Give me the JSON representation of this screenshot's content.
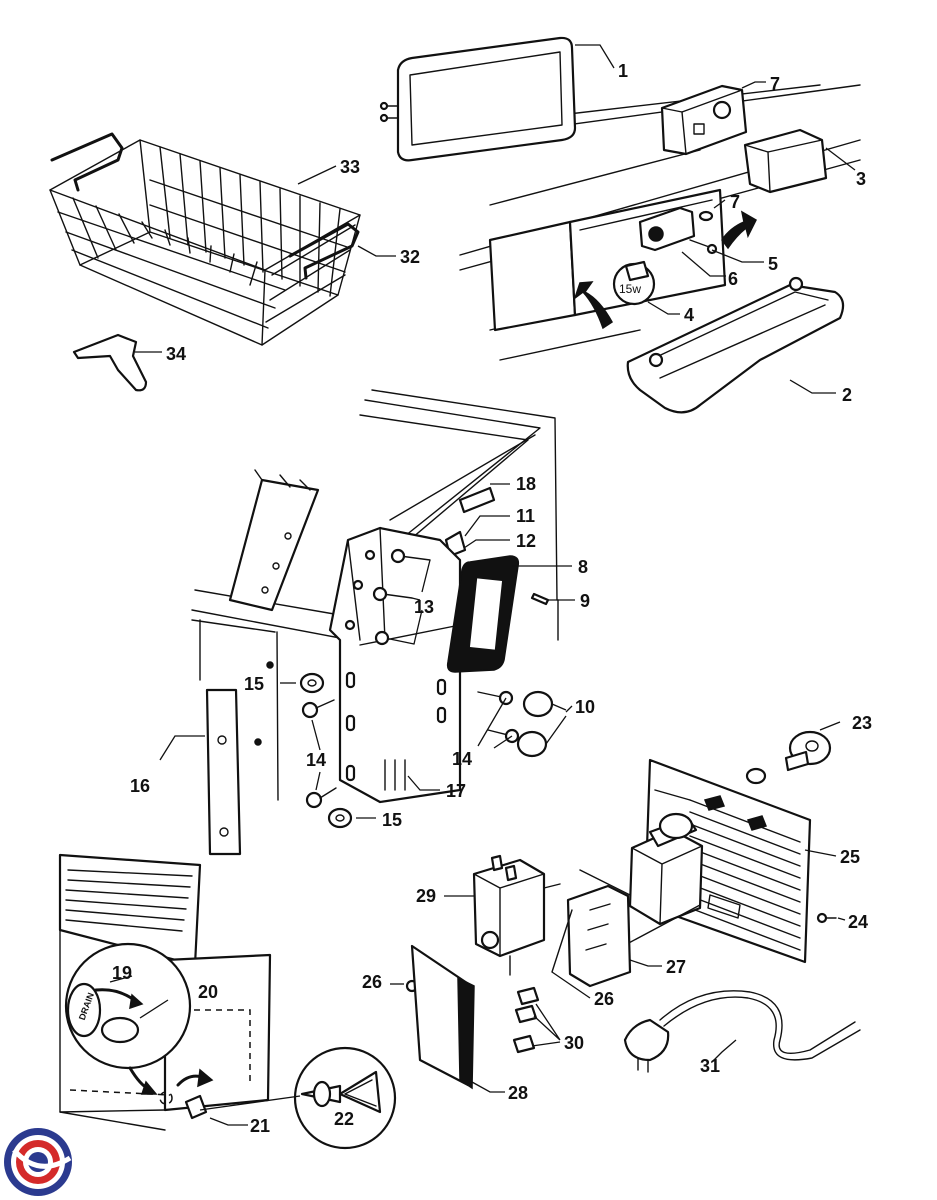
{
  "diagram": {
    "callouts": [
      "1",
      "2",
      "3",
      "4",
      "5",
      "6",
      "7",
      "7",
      "8",
      "9",
      "10",
      "11",
      "12",
      "13",
      "14",
      "14",
      "15",
      "15",
      "16",
      "17",
      "18",
      "19",
      "20",
      "21",
      "22",
      "23",
      "24",
      "25",
      "26",
      "26",
      "27",
      "28",
      "29",
      "30",
      "31",
      "32",
      "33",
      "34"
    ],
    "lamp_label": "15w",
    "drain_label": "DRAIN",
    "colors": {
      "line": "#111111",
      "background": "#ffffff",
      "logo_red": "#d42a2a",
      "logo_blue": "#2b3a8f"
    }
  }
}
